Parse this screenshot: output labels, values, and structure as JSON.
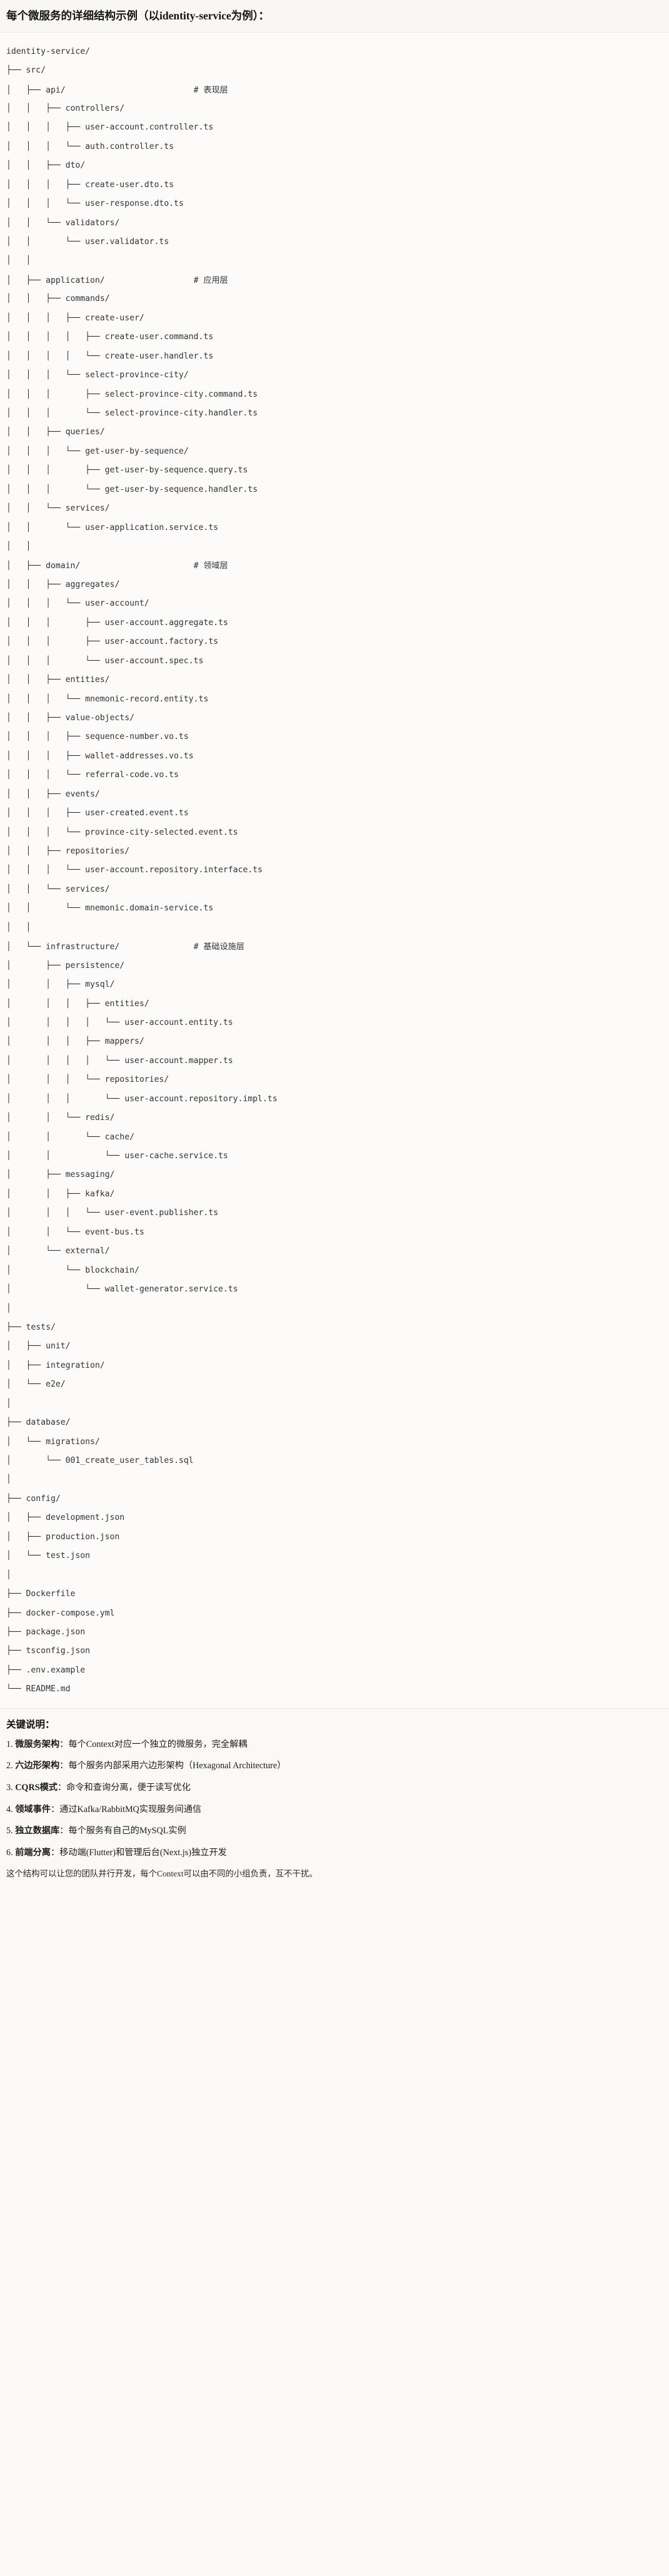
{
  "header": {
    "title": "每个微服务的详细结构示例（以identity-service为例）："
  },
  "tree": {
    "root": "identity-service/",
    "lines": [
      {
        "prefix": "",
        "text": "identity-service/",
        "comment": ""
      },
      {
        "prefix": "├── ",
        "text": "src/",
        "comment": ""
      },
      {
        "prefix": "│   ├── ",
        "text": "api/",
        "comment": "# 表现层"
      },
      {
        "prefix": "│   │   ├── ",
        "text": "controllers/",
        "comment": ""
      },
      {
        "prefix": "│   │   │   ├── ",
        "text": "user-account.controller.ts",
        "comment": ""
      },
      {
        "prefix": "│   │   │   └── ",
        "text": "auth.controller.ts",
        "comment": ""
      },
      {
        "prefix": "│   │   ├── ",
        "text": "dto/",
        "comment": ""
      },
      {
        "prefix": "│   │   │   ├── ",
        "text": "create-user.dto.ts",
        "comment": ""
      },
      {
        "prefix": "│   │   │   └── ",
        "text": "user-response.dto.ts",
        "comment": ""
      },
      {
        "prefix": "│   │   └── ",
        "text": "validators/",
        "comment": ""
      },
      {
        "prefix": "│   │       └── ",
        "text": "user.validator.ts",
        "comment": ""
      },
      {
        "prefix": "│   │",
        "text": "",
        "comment": ""
      },
      {
        "prefix": "│   ├── ",
        "text": "application/",
        "comment": "# 应用层"
      },
      {
        "prefix": "│   │   ├── ",
        "text": "commands/",
        "comment": ""
      },
      {
        "prefix": "│   │   │   ├── ",
        "text": "create-user/",
        "comment": ""
      },
      {
        "prefix": "│   │   │   │   ├── ",
        "text": "create-user.command.ts",
        "comment": ""
      },
      {
        "prefix": "│   │   │   │   └── ",
        "text": "create-user.handler.ts",
        "comment": ""
      },
      {
        "prefix": "│   │   │   └── ",
        "text": "select-province-city/",
        "comment": ""
      },
      {
        "prefix": "│   │   │       ├── ",
        "text": "select-province-city.command.ts",
        "comment": ""
      },
      {
        "prefix": "│   │   │       └── ",
        "text": "select-province-city.handler.ts",
        "comment": ""
      },
      {
        "prefix": "│   │   ├── ",
        "text": "queries/",
        "comment": ""
      },
      {
        "prefix": "│   │   │   └── ",
        "text": "get-user-by-sequence/",
        "comment": ""
      },
      {
        "prefix": "│   │   │       ├── ",
        "text": "get-user-by-sequence.query.ts",
        "comment": ""
      },
      {
        "prefix": "│   │   │       └── ",
        "text": "get-user-by-sequence.handler.ts",
        "comment": ""
      },
      {
        "prefix": "│   │   └── ",
        "text": "services/",
        "comment": ""
      },
      {
        "prefix": "│   │       └── ",
        "text": "user-application.service.ts",
        "comment": ""
      },
      {
        "prefix": "│   │",
        "text": "",
        "comment": ""
      },
      {
        "prefix": "│   ├── ",
        "text": "domain/",
        "comment": "# 领域层"
      },
      {
        "prefix": "│   │   ├── ",
        "text": "aggregates/",
        "comment": ""
      },
      {
        "prefix": "│   │   │   └── ",
        "text": "user-account/",
        "comment": ""
      },
      {
        "prefix": "│   │   │       ├── ",
        "text": "user-account.aggregate.ts",
        "comment": ""
      },
      {
        "prefix": "│   │   │       ├── ",
        "text": "user-account.factory.ts",
        "comment": ""
      },
      {
        "prefix": "│   │   │       └── ",
        "text": "user-account.spec.ts",
        "comment": ""
      },
      {
        "prefix": "│   │   ├── ",
        "text": "entities/",
        "comment": ""
      },
      {
        "prefix": "│   │   │   └── ",
        "text": "mnemonic-record.entity.ts",
        "comment": ""
      },
      {
        "prefix": "│   │   ├── ",
        "text": "value-objects/",
        "comment": ""
      },
      {
        "prefix": "│   │   │   ├── ",
        "text": "sequence-number.vo.ts",
        "comment": ""
      },
      {
        "prefix": "│   │   │   ├── ",
        "text": "wallet-addresses.vo.ts",
        "comment": ""
      },
      {
        "prefix": "│   │   │   └── ",
        "text": "referral-code.vo.ts",
        "comment": ""
      },
      {
        "prefix": "│   │   ├── ",
        "text": "events/",
        "comment": ""
      },
      {
        "prefix": "│   │   │   ├── ",
        "text": "user-created.event.ts",
        "comment": ""
      },
      {
        "prefix": "│   │   │   └── ",
        "text": "province-city-selected.event.ts",
        "comment": ""
      },
      {
        "prefix": "│   │   ├── ",
        "text": "repositories/",
        "comment": ""
      },
      {
        "prefix": "│   │   │   └── ",
        "text": "user-account.repository.interface.ts",
        "comment": ""
      },
      {
        "prefix": "│   │   └── ",
        "text": "services/",
        "comment": ""
      },
      {
        "prefix": "│   │       └── ",
        "text": "mnemonic.domain-service.ts",
        "comment": ""
      },
      {
        "prefix": "│   │",
        "text": "",
        "comment": ""
      },
      {
        "prefix": "│   └── ",
        "text": "infrastructure/",
        "comment": "# 基础设施层"
      },
      {
        "prefix": "│       ├── ",
        "text": "persistence/",
        "comment": ""
      },
      {
        "prefix": "│       │   ├── ",
        "text": "mysql/",
        "comment": ""
      },
      {
        "prefix": "│       │   │   ├── ",
        "text": "entities/",
        "comment": ""
      },
      {
        "prefix": "│       │   │   │   └── ",
        "text": "user-account.entity.ts",
        "comment": ""
      },
      {
        "prefix": "│       │   │   ├── ",
        "text": "mappers/",
        "comment": ""
      },
      {
        "prefix": "│       │   │   │   └── ",
        "text": "user-account.mapper.ts",
        "comment": ""
      },
      {
        "prefix": "│       │   │   └── ",
        "text": "repositories/",
        "comment": ""
      },
      {
        "prefix": "│       │   │       └── ",
        "text": "user-account.repository.impl.ts",
        "comment": ""
      },
      {
        "prefix": "│       │   └── ",
        "text": "redis/",
        "comment": ""
      },
      {
        "prefix": "│       │       └── ",
        "text": "cache/",
        "comment": ""
      },
      {
        "prefix": "│       │           └── ",
        "text": "user-cache.service.ts",
        "comment": ""
      },
      {
        "prefix": "│       ├── ",
        "text": "messaging/",
        "comment": ""
      },
      {
        "prefix": "│       │   ├── ",
        "text": "kafka/",
        "comment": ""
      },
      {
        "prefix": "│       │   │   └── ",
        "text": "user-event.publisher.ts",
        "comment": ""
      },
      {
        "prefix": "│       │   └── ",
        "text": "event-bus.ts",
        "comment": ""
      },
      {
        "prefix": "│       └── ",
        "text": "external/",
        "comment": ""
      },
      {
        "prefix": "│           └── ",
        "text": "blockchain/",
        "comment": ""
      },
      {
        "prefix": "│               └── ",
        "text": "wallet-generator.service.ts",
        "comment": ""
      },
      {
        "prefix": "│",
        "text": "",
        "comment": ""
      },
      {
        "prefix": "├── ",
        "text": "tests/",
        "comment": ""
      },
      {
        "prefix": "│   ├── ",
        "text": "unit/",
        "comment": ""
      },
      {
        "prefix": "│   ├── ",
        "text": "integration/",
        "comment": ""
      },
      {
        "prefix": "│   └── ",
        "text": "e2e/",
        "comment": ""
      },
      {
        "prefix": "│",
        "text": "",
        "comment": ""
      },
      {
        "prefix": "├── ",
        "text": "database/",
        "comment": ""
      },
      {
        "prefix": "│   └── ",
        "text": "migrations/",
        "comment": ""
      },
      {
        "prefix": "│       └── ",
        "text": "001_create_user_tables.sql",
        "comment": ""
      },
      {
        "prefix": "│",
        "text": "",
        "comment": ""
      },
      {
        "prefix": "├── ",
        "text": "config/",
        "comment": ""
      },
      {
        "prefix": "│   ├── ",
        "text": "development.json",
        "comment": ""
      },
      {
        "prefix": "│   ├── ",
        "text": "production.json",
        "comment": ""
      },
      {
        "prefix": "│   └── ",
        "text": "test.json",
        "comment": ""
      },
      {
        "prefix": "│",
        "text": "",
        "comment": ""
      },
      {
        "prefix": "├── ",
        "text": "Dockerfile",
        "comment": ""
      },
      {
        "prefix": "├── ",
        "text": "docker-compose.yml",
        "comment": ""
      },
      {
        "prefix": "├── ",
        "text": "package.json",
        "comment": ""
      },
      {
        "prefix": "├── ",
        "text": "tsconfig.json",
        "comment": ""
      },
      {
        "prefix": "├── ",
        "text": ".env.example",
        "comment": ""
      },
      {
        "prefix": "└── ",
        "text": "README.md",
        "comment": ""
      }
    ]
  },
  "notes": {
    "title": "关键说明：",
    "items": [
      {
        "num": "1.",
        "lead": "微服务架构",
        "body": "：每个Context对应一个独立的微服务，完全解耦"
      },
      {
        "num": "2.",
        "lead": "六边形架构",
        "body": "：每个服务内部采用六边形架构（Hexagonal Architecture）"
      },
      {
        "num": "3.",
        "lead": "CQRS模式",
        "body": "：命令和查询分离，便于读写优化"
      },
      {
        "num": "4.",
        "lead": "领域事件",
        "body": "：通过Kafka/RabbitMQ实现服务间通信"
      },
      {
        "num": "5.",
        "lead": "独立数据库",
        "body": "：每个服务有自己的MySQL实例"
      },
      {
        "num": "6.",
        "lead": "前端分离",
        "body": "：移动端(Flutter)和管理后台(Next.js)独立开发"
      }
    ],
    "closing": "这个结构可以让您的团队并行开发，每个Context可以由不同的小组负责，互不干扰。"
  },
  "colors": {
    "page_bg": "#fbfaf8",
    "header_bg": "#f8f7f3",
    "tree_bg": "#fcfbf9",
    "text": "#1a1a1a",
    "mono_text": "#2e3338",
    "divider": "#e6e4df"
  }
}
